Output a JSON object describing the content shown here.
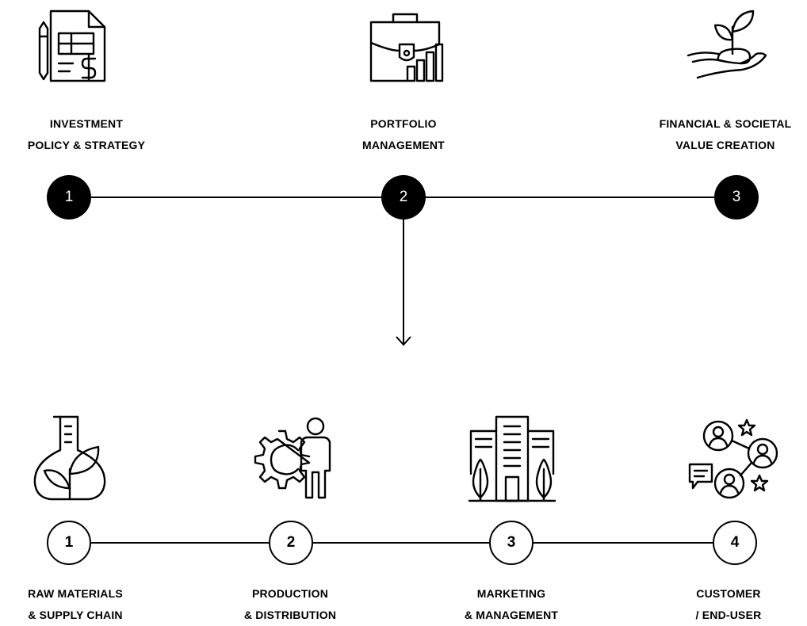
{
  "top_flow": {
    "stages": [
      {
        "number": "1",
        "line1": "INVESTMENT",
        "line2": "POLICY & STRATEGY",
        "icon": "document-dollar-icon"
      },
      {
        "number": "2",
        "line1": "PORTFOLIO",
        "line2": "MANAGEMENT",
        "icon": "briefcase-chart-icon"
      },
      {
        "number": "3",
        "line1": "FINANCIAL & SOCIETAL",
        "line2": "VALUE CREATION",
        "icon": "hand-sprout-icon"
      }
    ]
  },
  "bottom_flow": {
    "stages": [
      {
        "number": "1",
        "line1": "RAW MATERIALS",
        "line2": "& SUPPLY CHAIN",
        "icon": "flask-leaves-icon"
      },
      {
        "number": "2",
        "line1": "PRODUCTION",
        "line2": "& DISTRIBUTION",
        "icon": "gear-person-icon"
      },
      {
        "number": "3",
        "line1": "MARKETING",
        "line2": "& MANAGEMENT",
        "icon": "buildings-trees-icon"
      },
      {
        "number": "4",
        "line1": "CUSTOMER",
        "line2": "/ END-USER",
        "icon": "customer-network-icon"
      }
    ]
  },
  "colors": {
    "ink": "#000000",
    "background": "#ffffff"
  }
}
